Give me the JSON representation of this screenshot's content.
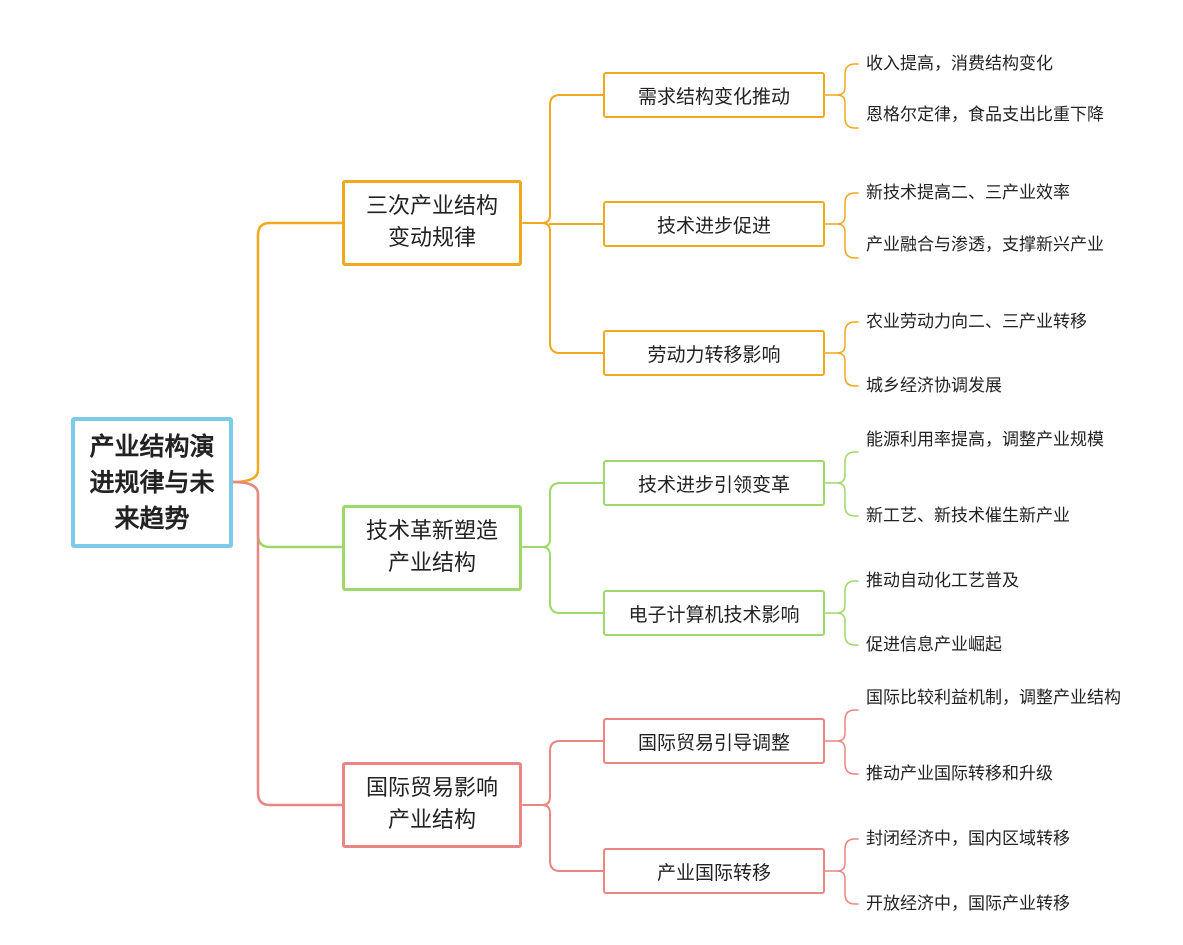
{
  "root": {
    "label": "产业结构演进规律与未来趋势"
  },
  "colors": {
    "root": "#7ccbe9",
    "orange": "#f0a81e",
    "green": "#9ed86a",
    "red": "#e98582"
  },
  "branches": [
    {
      "label": "三次产业结构变动规律",
      "color": "#f0a81e",
      "children": [
        {
          "label": "需求结构变化推动",
          "leaves": [
            "收入提高，消费结构变化",
            "恩格尔定律，食品支出比重下降"
          ]
        },
        {
          "label": "技术进步促进",
          "leaves": [
            "新技术提高二、三产业效率",
            "产业融合与渗透，支撑新兴产业"
          ]
        },
        {
          "label": "劳动力转移影响",
          "leaves": [
            "农业劳动力向二、三产业转移",
            "城乡经济协调发展"
          ]
        }
      ]
    },
    {
      "label": "技术革新塑造产业结构",
      "color": "#9ed86a",
      "children": [
        {
          "label": "技术进步引领变革",
          "leaves": [
            "能源利用率提高，调整产业规模",
            "新工艺、新技术催生新产业"
          ]
        },
        {
          "label": "电子计算机技术影响",
          "leaves": [
            "推动自动化工艺普及",
            "促进信息产业崛起"
          ]
        }
      ]
    },
    {
      "label": "国际贸易影响产业结构",
      "color": "#e98582",
      "children": [
        {
          "label": "国际贸易引导调整",
          "leaves": [
            "国际比较利益机制，调整产业结构",
            "推动产业国际转移和升级"
          ]
        },
        {
          "label": "产业国际转移",
          "leaves": [
            "封闭经济中，国内区域转移",
            "开放经济中，国际产业转移"
          ]
        }
      ]
    }
  ]
}
